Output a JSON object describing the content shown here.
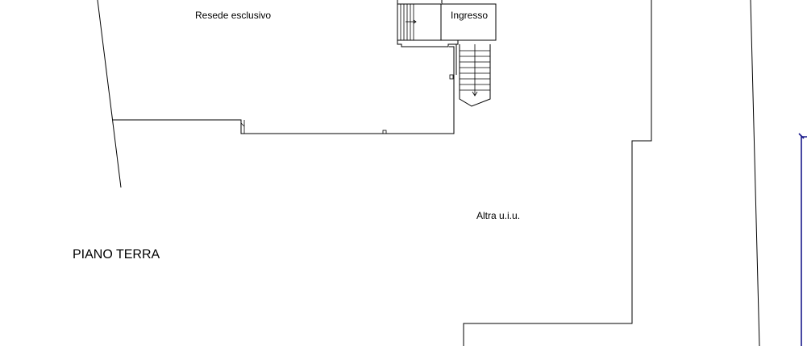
{
  "drawing": {
    "labels": {
      "exclusive_yard": "Resede esclusivo",
      "entrance": "Ingresso",
      "other_unit": "Altra u.i.u.",
      "floor": "PIANO TERRA"
    },
    "colors": {
      "background": "#ffffff",
      "linework": "#000000",
      "boundary_blue": "#1a1a8c"
    }
  }
}
